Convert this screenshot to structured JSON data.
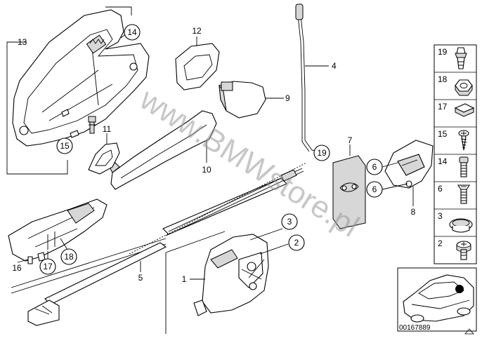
{
  "diagram": {
    "watermark": "www.BMWstore.pl",
    "diagram_id": "00167889",
    "part_labels": {
      "p1": "1",
      "p2": "2",
      "p3": "3",
      "p4": "4",
      "p5": "5",
      "p6a": "6",
      "p6b": "6",
      "p7": "7",
      "p8": "8",
      "p9": "9",
      "p10": "10",
      "p11": "11",
      "p12": "12",
      "p13": "13",
      "p14": "14",
      "p15": "15",
      "p16": "16",
      "p17": "17",
      "p18": "18",
      "p19": "19"
    },
    "sidebar": {
      "items": [
        {
          "label": "19",
          "icon": "plug-fastener-icon"
        },
        {
          "label": "18",
          "icon": "hex-nut-icon"
        },
        {
          "label": "17",
          "icon": "spring-nut-icon"
        },
        {
          "label": "15",
          "icon": "tapping-screw-icon"
        },
        {
          "label": "14",
          "icon": "fillister-screw-icon"
        },
        {
          "label": "6",
          "icon": "countersunk-screw-icon"
        },
        {
          "label": "3",
          "icon": "grommet-icon"
        },
        {
          "label": "2",
          "icon": "torx-bolt-icon"
        }
      ]
    }
  }
}
